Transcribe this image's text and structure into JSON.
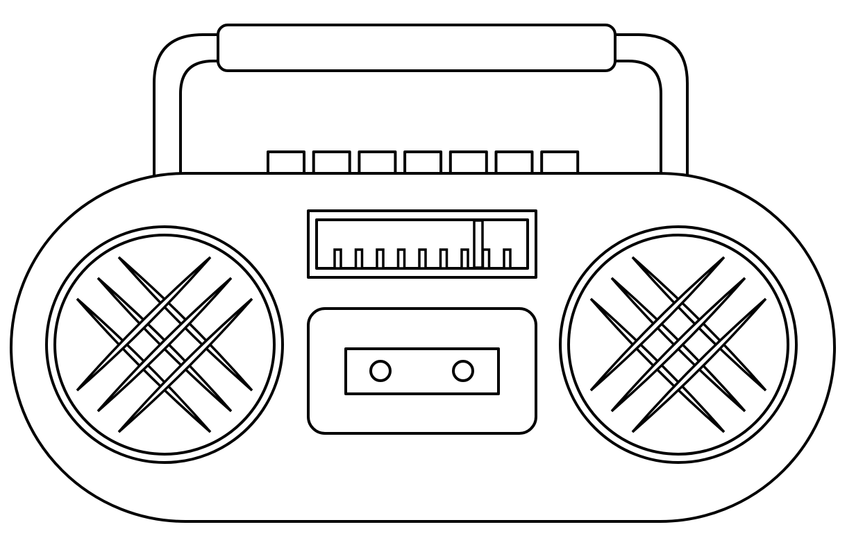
{
  "illustration": {
    "subject": "boombox",
    "style": "black-outline coloring page",
    "line_color": "#000000",
    "fill_color": "#ffffff",
    "top_buttons": 7,
    "tuner_ticks": 9,
    "cassette_reels": 2,
    "speakers": 2
  }
}
